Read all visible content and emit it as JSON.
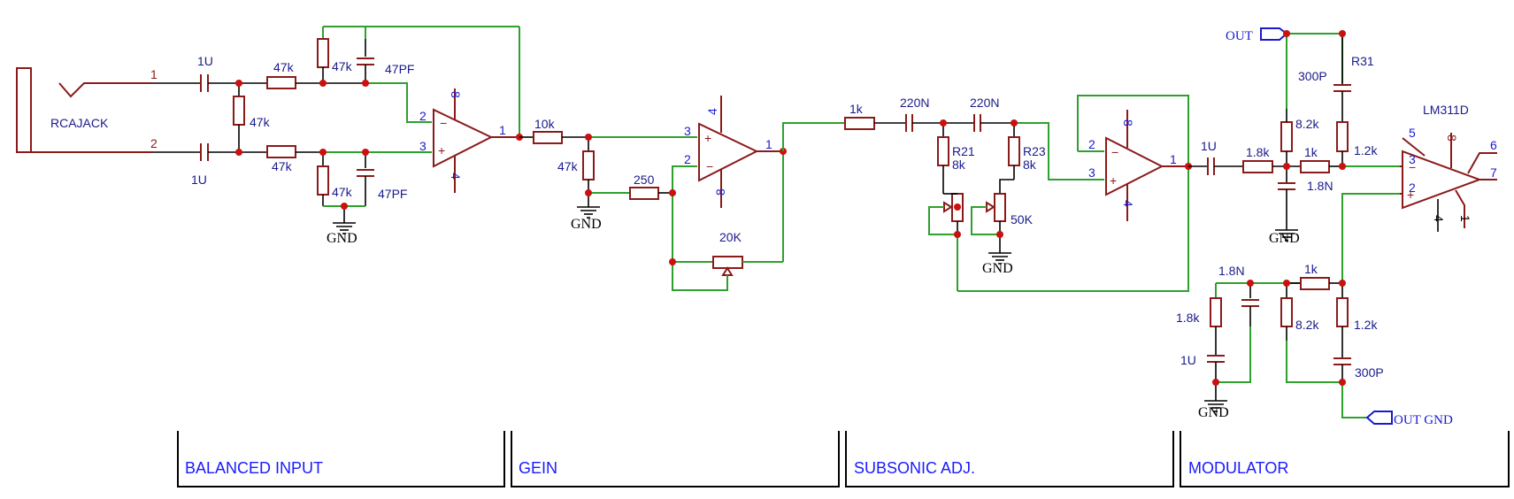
{
  "connector": {
    "name": "RCAJACK",
    "pin1": "1",
    "pin2": "2"
  },
  "components": {
    "c_in1": "1U",
    "c_in2": "1U",
    "r_div": "47k",
    "r_in1": "47k",
    "r_in2": "47k",
    "r_fb": "47k",
    "c_fb": "47PF",
    "r_gnd": "47k",
    "c_gnd": "47PF",
    "r_gein": "10k",
    "r_gein_sh": "47k",
    "r_250": "250",
    "pot_20k": "20K",
    "r_sub": "1k",
    "c_sub1": "220N",
    "c_sub2": "220N",
    "r21_name": "R21",
    "r21_val": "8k",
    "r23_name": "R23",
    "r23_val": "8k",
    "pot_50k": "50K",
    "c_mod": "1U",
    "r_mod1": "1.8k",
    "r_mod2": "1k",
    "r_mod3": "8.2k",
    "r_mod4": "1.2k",
    "c_mod2": "1.8N",
    "c_300p_top": "300P",
    "r31": "R31",
    "ic": "LM311D",
    "c_low1": "1.8N",
    "r_low1": "1k",
    "r_low2": "1.8k",
    "r_low3": "8.2k",
    "r_low4": "1.2k",
    "c_low2": "1U",
    "c_low3": "300P"
  },
  "opamps": {
    "u1": {
      "p1": "1",
      "p2": "2",
      "p3": "3",
      "p4": "4",
      "p8": "8"
    },
    "u2": {
      "p1": "1",
      "p2": "2",
      "p3": "3",
      "p4": "4",
      "p8": "8"
    },
    "u3": {
      "p1": "1",
      "p2": "2",
      "p3": "3",
      "p4": "4",
      "p8": "8"
    },
    "u4": {
      "p2": "2",
      "p3": "3",
      "p4": "4",
      "p1": "1",
      "p5": "5",
      "p6": "6",
      "p7": "7",
      "p8": "8"
    }
  },
  "symbols": {
    "minus": "−",
    "plus": "+"
  },
  "grounds": {
    "g1": "GND",
    "g2": "GND",
    "g3": "GND",
    "g4": "GND",
    "g5": "GND"
  },
  "ports": {
    "out": "OUT",
    "out_gnd": "OUT GND"
  },
  "sections": [
    {
      "label": "BALANCED INPUT"
    },
    {
      "label": "GEIN"
    },
    {
      "label": "SUBSONIC ADJ."
    },
    {
      "label": "MODULATOR"
    }
  ],
  "colors": {
    "wire": "#2ea02e",
    "component": "#8b1a1a",
    "node": "#cc1010",
    "label": "#1a1a8c",
    "section": "#1a1aff"
  }
}
